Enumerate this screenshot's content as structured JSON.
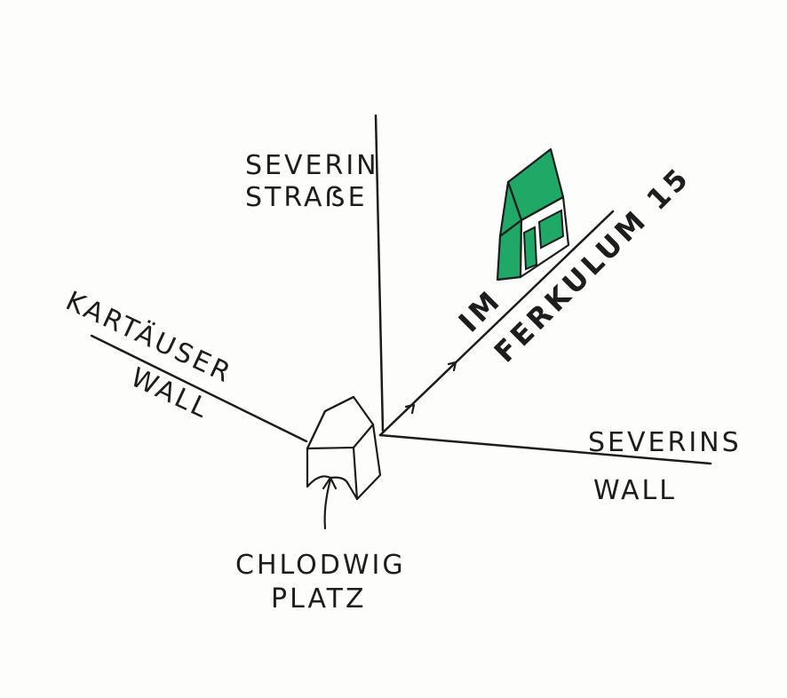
{
  "map": {
    "streets": {
      "severin_strasse": [
        "SEVERIN",
        "STRAẞE"
      ],
      "kartaeuser_wall": [
        "KARTÄUSER",
        "WALL"
      ],
      "severins_wall": [
        "SEVERINS",
        "WALL"
      ],
      "chlodwig_platz": [
        "CHLODWIG",
        "PLATZ"
      ]
    },
    "destination": {
      "street": "IM",
      "address": "FERKULUM 15"
    },
    "colors": {
      "ink": "#1c1c1c",
      "destination_fill": "#1fa866",
      "paper": "#fdfdfb"
    },
    "icons": {
      "start": "gate-building-icon",
      "destination": "house-icon",
      "route": "route-arrow-icon"
    }
  }
}
